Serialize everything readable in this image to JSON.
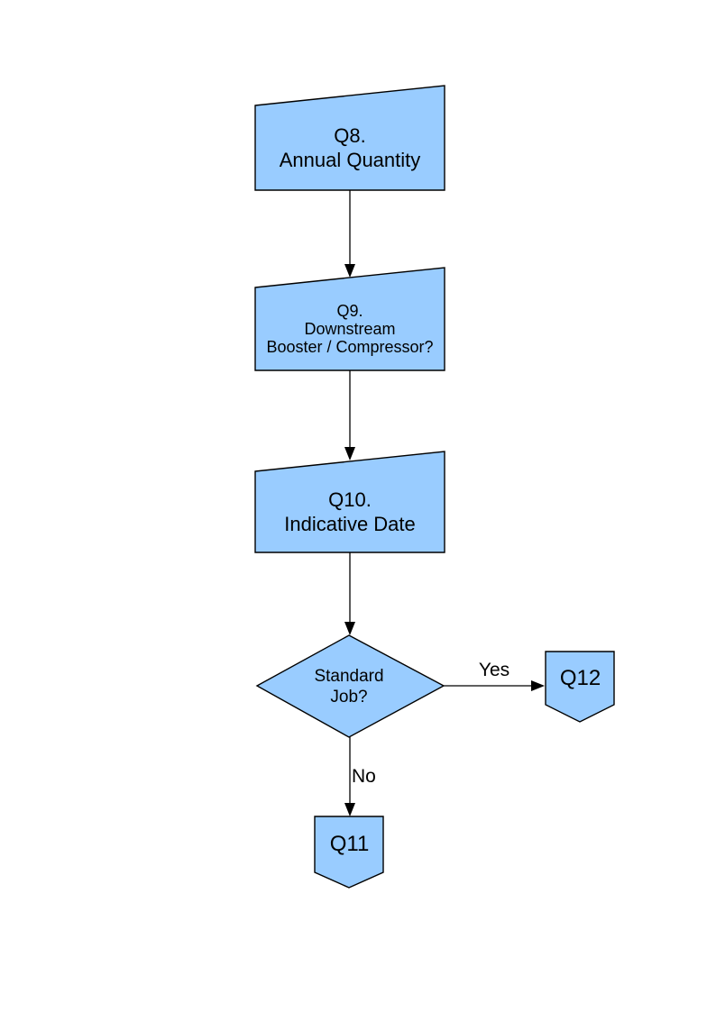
{
  "colors": {
    "node_fill": "#99CCFF",
    "node_stroke": "#000000",
    "connector": "#000000",
    "background": "#FFFFFF"
  },
  "nodes": {
    "q8": {
      "lines": [
        "Q8.",
        "Annual Quantity"
      ]
    },
    "q9": {
      "lines": [
        "Q9.",
        "Downstream",
        "Booster / Compressor?"
      ]
    },
    "q10": {
      "lines": [
        "Q10.",
        "Indicative Date"
      ]
    },
    "decision": {
      "lines": [
        "Standard",
        "Job?"
      ]
    },
    "q12": {
      "label": "Q12"
    },
    "q11": {
      "label": "Q11"
    }
  },
  "edges": {
    "yes_label": "Yes",
    "no_label": "No"
  }
}
